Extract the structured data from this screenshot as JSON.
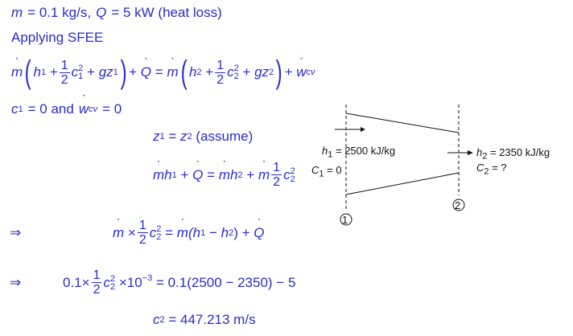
{
  "given": {
    "mdot_label": "m",
    "mdot_value": "= 0.1 kg/s,",
    "qdot_label": "Q",
    "qdot_value": "= 5 kW (heat loss)"
  },
  "heading": "Applying SFEE",
  "sfee": {
    "m": "m",
    "h1": "h",
    "s1": "1",
    "plus": "+",
    "one": "1",
    "two": "2",
    "c": "c",
    "g": "gz",
    "Q": "Q",
    "eq": "=",
    "w": "w",
    "cv": "cv",
    "sq": "2"
  },
  "conditions": {
    "c1": "c",
    "c1_rest": "= 0 and",
    "w": "w",
    "cv": "cv",
    "w_rest": "= 0"
  },
  "assume": {
    "z1": "z",
    "z2": "z",
    "eq": "=",
    "note": "(assume)"
  },
  "reduced": {
    "text_left": "+",
    "eq": "="
  },
  "step1": {
    "implies": "⇒",
    "times": "×",
    "rhs": "(h",
    "minus": "−",
    "close": ") +"
  },
  "step2": {
    "implies": "⇒",
    "coef": "0.1×",
    "times": "×10",
    "exp": "−3",
    "rhs": "= 0.1(2500 − 2350) − 5"
  },
  "result": {
    "c2": "c",
    "sub": "2",
    "value": "= 447.213 m/s"
  },
  "diagram": {
    "h1": "h",
    "h1_sub": "1",
    "h1_value": "= 2500 kJ/kg",
    "c1": "C",
    "c1_sub": "1",
    "c1_value": "= 0",
    "h2": "h",
    "h2_sub": "2",
    "h2_value": "= 2350 kJ/kg",
    "c2": "C",
    "c2_sub": "2",
    "c2_value": "= ?",
    "section1": "1",
    "section2": "2"
  }
}
